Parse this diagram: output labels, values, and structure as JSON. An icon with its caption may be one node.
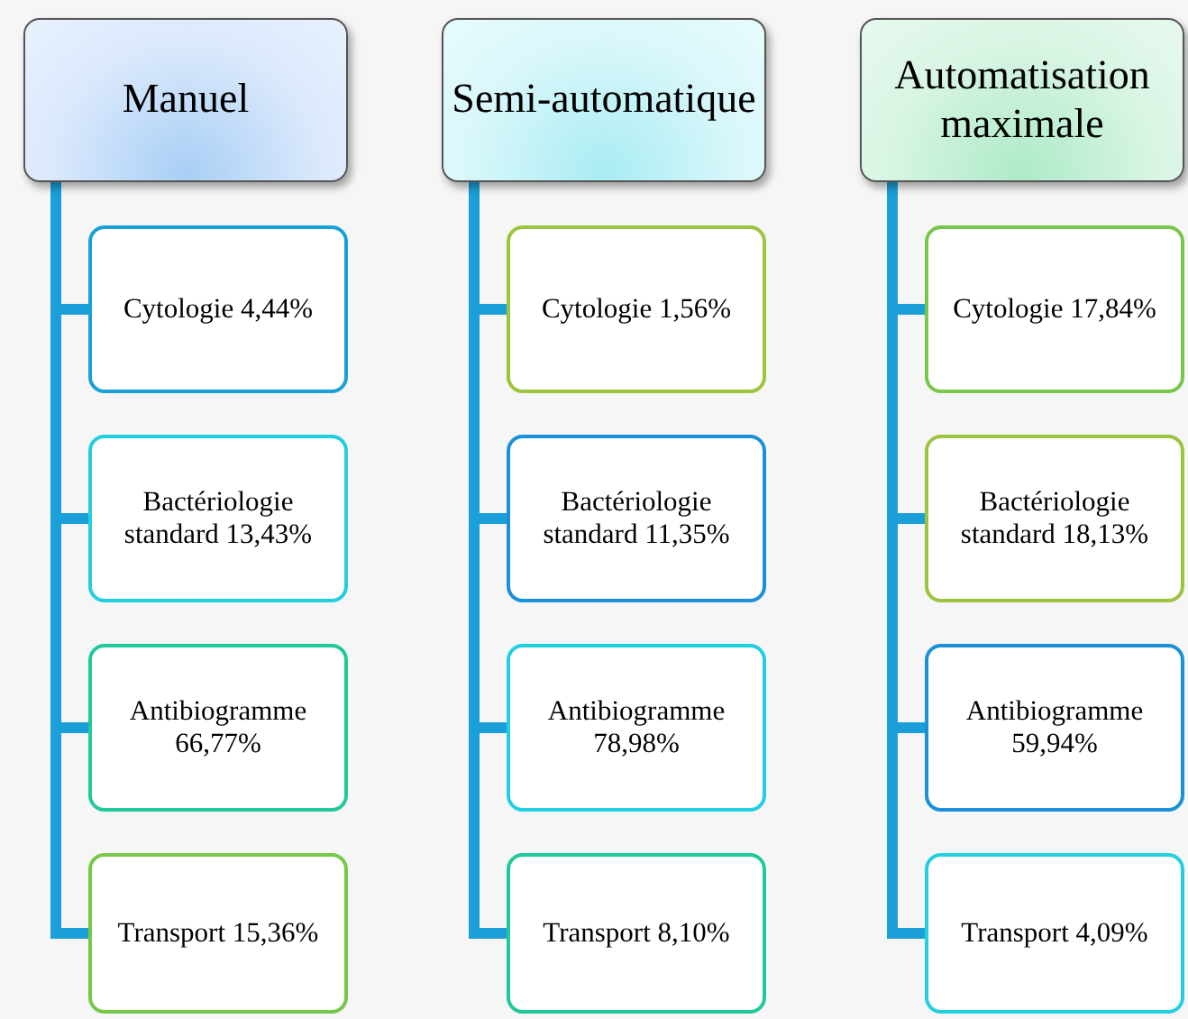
{
  "diagram": {
    "nodes": [
      {
        "text": [
          "Manuel"
        ]
      },
      {
        "text": [
          "Cytologie 4,44%"
        ]
      },
      {
        "text": [
          "Bactériologie standard 13,43%"
        ]
      },
      {
        "text": [
          "Antibiogramme 66,77%"
        ]
      },
      {
        "text": [
          "Transport 15,36%"
        ]
      },
      {
        "text": [
          "Semi-automatique"
        ]
      },
      {
        "text": [
          "Cytologie 1,56%"
        ]
      },
      {
        "text": [
          "Bactériologie standard 11,35%"
        ]
      },
      {
        "text": [
          "Antibiogramme 78,98%"
        ]
      },
      {
        "text": [
          "Transport 8,10%"
        ]
      },
      {
        "text": [
          "Automatisation maximale"
        ]
      },
      {
        "text": [
          "Cytologie 17,84%"
        ]
      },
      {
        "text": [
          "Bactériologie standard 18,13%"
        ]
      },
      {
        "text": [
          "Antibiogramme 59,94%"
        ]
      },
      {
        "text": [
          "Transport 4,09%"
        ]
      }
    ],
    "edges": [
      {
        "from": 0,
        "to": 1,
        "arrow": "none"
      },
      {
        "from": 0,
        "to": 2,
        "arrow": "none"
      },
      {
        "from": 0,
        "to": 3,
        "arrow": "none"
      },
      {
        "from": 0,
        "to": 4,
        "arrow": "none"
      },
      {
        "from": 5,
        "to": 6,
        "arrow": "none"
      },
      {
        "from": 5,
        "to": 7,
        "arrow": "none"
      },
      {
        "from": 5,
        "to": 8,
        "arrow": "none"
      },
      {
        "from": 5,
        "to": 9,
        "arrow": "none"
      },
      {
        "from": 10,
        "to": 11,
        "arrow": "none"
      },
      {
        "from": 10,
        "to": 12,
        "arrow": "none"
      },
      {
        "from": 10,
        "to": 13,
        "arrow": "none"
      },
      {
        "from": 10,
        "to": 14,
        "arrow": "none"
      }
    ]
  }
}
